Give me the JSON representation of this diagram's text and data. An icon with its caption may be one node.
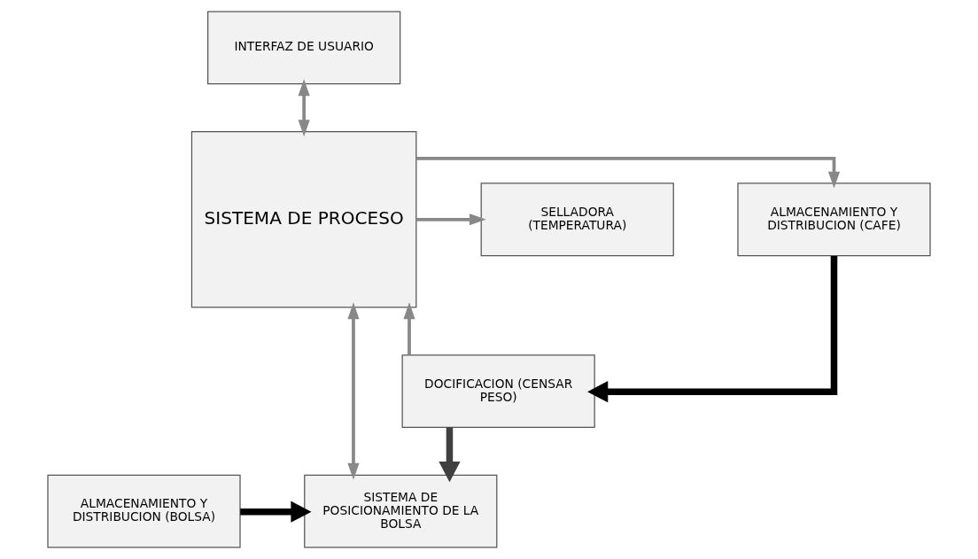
{
  "diagram": {
    "nodes": [
      {
        "text": [
          "INTERFAZ DE USUARIO"
        ]
      },
      {
        "text": [
          "ALMACENAMIENTO Y DISTRIBUCION (CAFE)"
        ]
      },
      {
        "text": [
          "SISTEMA DE PROCESO"
        ]
      },
      {
        "text": [
          "SELLADORA (TEMPERATURA)"
        ]
      },
      {
        "text": [
          "DOCIFICACION (CENSAR  PESO)"
        ]
      },
      {
        "text": [
          "SISTEMA DE POSICIONAMIENTO DE LA BOLSA"
        ]
      },
      {
        "text": [
          "ALMACENAMIENTO Y DISTRIBUCION (BOLSA)"
        ]
      }
    ],
    "edges": [
      {
        "from": 0,
        "to": 2,
        "arrow": "both"
      },
      {
        "from": 2,
        "to": 1,
        "arrow": "to"
      },
      {
        "from": 2,
        "to": 3,
        "arrow": "to"
      },
      {
        "from": 1,
        "to": 4,
        "arrow": "to",
        "style": "thick",
        "color": "#000000"
      },
      {
        "from": 4,
        "to": 2,
        "arrow": "to"
      },
      {
        "from": 2,
        "to": 5,
        "arrow": "both"
      },
      {
        "from": 4,
        "to": 5,
        "arrow": "to",
        "style": "thick",
        "color": "#404040"
      },
      {
        "from": 6,
        "to": 5,
        "arrow": "to",
        "style": "thick",
        "color": "#000000"
      }
    ]
  }
}
